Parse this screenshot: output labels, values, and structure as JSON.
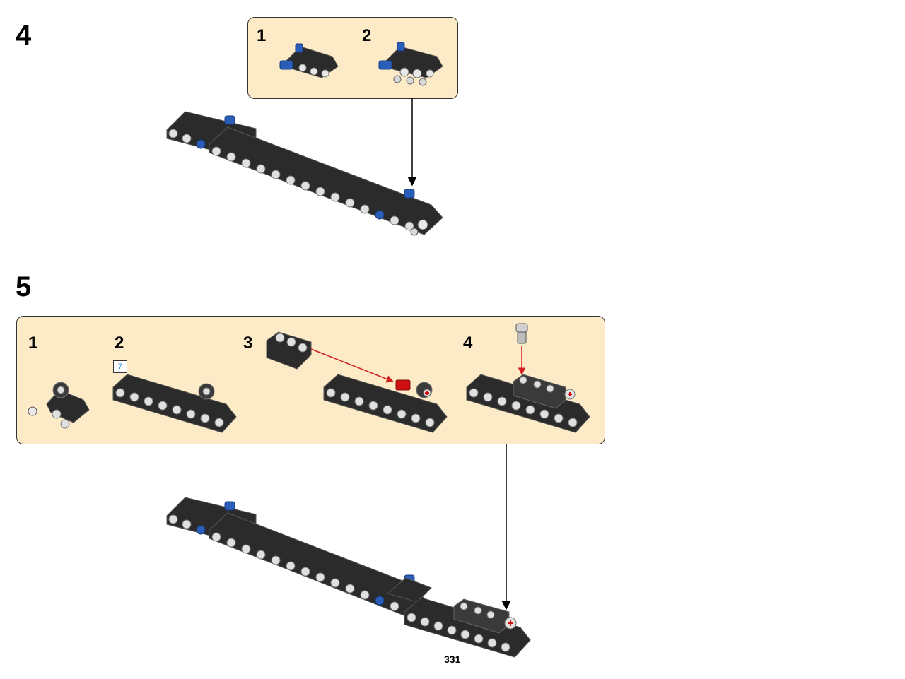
{
  "steps": [
    {
      "number": "4",
      "substeps": [
        {
          "label": "1"
        },
        {
          "label": "2"
        }
      ]
    },
    {
      "number": "5",
      "substeps": [
        {
          "label": "1"
        },
        {
          "label": "2",
          "count_badge": "7"
        },
        {
          "label": "3"
        },
        {
          "label": "4"
        }
      ]
    }
  ],
  "page_number": "331",
  "colors": {
    "callout_bg": "#fcebc6",
    "beam": "#2b2b2b",
    "pin_blue": "#2a5db8",
    "axle_red": "#d01010",
    "arrow_red": "#d02020",
    "pin_gray": "#bdbdbd"
  },
  "icons": [
    "beam-icon",
    "blue-pin-icon",
    "red-axle-icon",
    "gray-pin-icon",
    "connector-icon"
  ]
}
